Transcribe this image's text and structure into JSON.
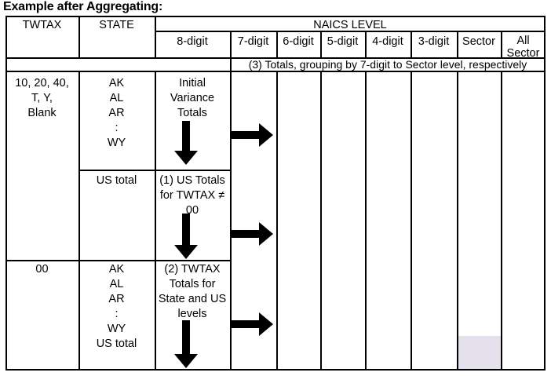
{
  "title": "Example after Aggregating:",
  "table": {
    "headers": {
      "twtax": "TWTAX",
      "state": "STATE",
      "naics_group": "NAICS LEVEL",
      "levels": [
        "8-digit",
        "7-digit",
        "6-digit",
        "5-digit",
        "4-digit",
        "3-digit",
        "Sector",
        "All\nSector"
      ]
    },
    "totals_note": "(3) Totals, grouping by 7-digit to Sector level, respectively",
    "body": {
      "group1": {
        "twtax": "10, 20, 40,\nT, Y,\nBlank",
        "states": "AK\nAL\nAR\n:\nWY",
        "eight_digit": "Initial\nVariance\nTotals"
      },
      "group2": {
        "state": "US total",
        "eight_digit": "(1) US Totals\nfor TWTAX ≠\n00"
      },
      "group3": {
        "twtax": "00",
        "states": "AK\nAL\nAR\n:\nWY\nUS total",
        "eight_digit": "(2) TWTAX\nTotals for\nState and US\nlevels"
      }
    },
    "colors": {
      "border": "#000000",
      "arrow": "#000000",
      "highlight": "#e4e1ec"
    }
  }
}
